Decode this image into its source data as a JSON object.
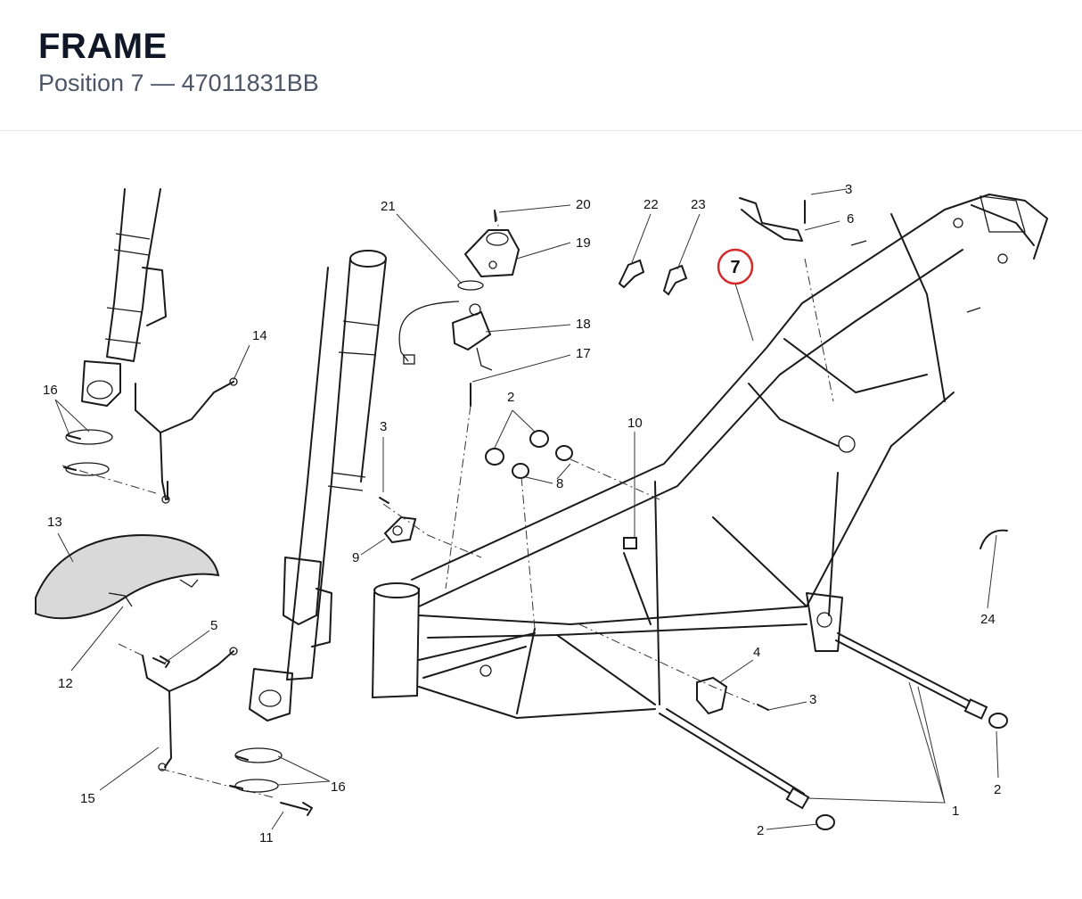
{
  "header": {
    "title": "FRAME",
    "subtitle": "Position 7 — 47011831BB"
  },
  "highlight": {
    "label": "7",
    "color": "#d42a2a"
  },
  "callouts": {
    "c1": "1",
    "c2a": "2",
    "c2b": "2",
    "c2c": "2",
    "c3a": "3",
    "c3b": "3",
    "c3c": "3",
    "c4": "4",
    "c5": "5",
    "c6": "6",
    "c8": "8",
    "c9": "9",
    "c10": "10",
    "c11": "11",
    "c12": "12",
    "c13": "13",
    "c14": "14",
    "c15": "15",
    "c16a": "16",
    "c16b": "16",
    "c17": "17",
    "c18": "18",
    "c19": "19",
    "c20": "20",
    "c21": "21",
    "c22": "22",
    "c23": "23",
    "c24": "24"
  }
}
